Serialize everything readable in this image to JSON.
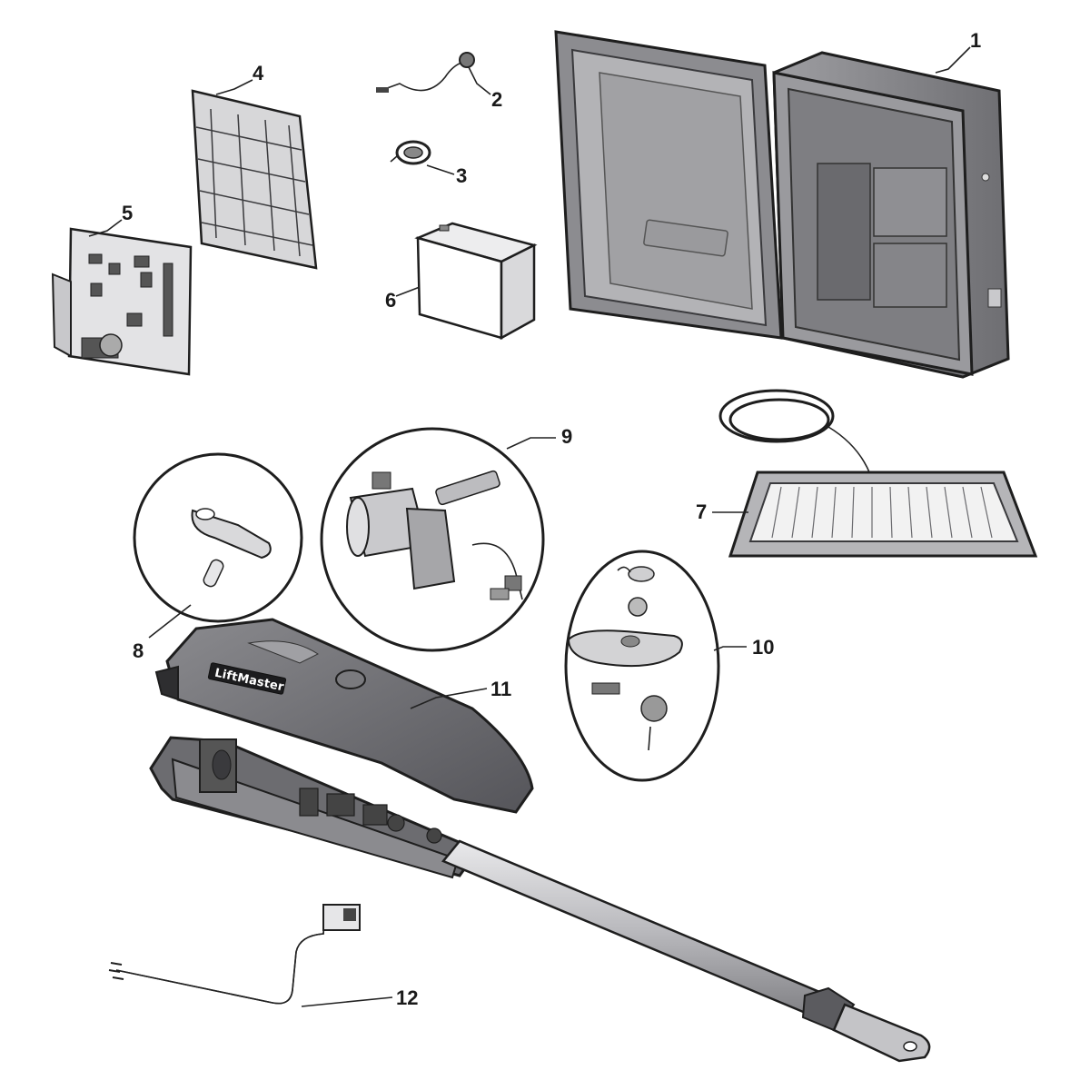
{
  "diagram": {
    "callouts": [
      "1",
      "2",
      "3",
      "4",
      "5",
      "6",
      "7",
      "8",
      "9",
      "10",
      "11",
      "12"
    ],
    "brand_label": "LiftMaster"
  },
  "colors": {
    "outline": "#1e1e1e",
    "housing": "#6f6f72",
    "housing_dark": "#4b4b4e",
    "housing_light": "#a9a9ac",
    "rod": "#c9c9cc"
  }
}
